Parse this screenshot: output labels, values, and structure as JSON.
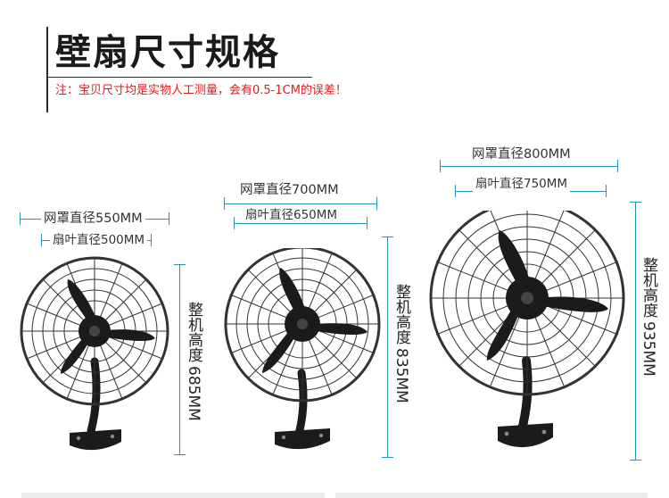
{
  "page": {
    "title": "壁扇尺寸规格",
    "note": "注：宝贝尺寸均是实物人工测量，会有0.5-1CM的误差！"
  },
  "fans": [
    {
      "guard_label": "网罩直径550MM",
      "blade_label": "扇叶直径500MM",
      "height_label_cn": "整机高度",
      "height_label_num": "685MM"
    },
    {
      "guard_label": "网罩直径700MM",
      "blade_label": "扇叶直径650MM",
      "height_label_cn": "整机高度",
      "height_label_num": "835MM"
    },
    {
      "guard_label": "网罩直径800MM",
      "blade_label": "扇叶直径750MM",
      "height_label_cn": "整机高度",
      "height_label_num": "935MM"
    }
  ],
  "colors": {
    "note": "#d81e1e",
    "dimension_line": "#2a94b8",
    "fan_body": "#1b1b1b"
  },
  "icons": [
    "wall-fan-image-550",
    "wall-fan-image-700",
    "wall-fan-image-800"
  ]
}
